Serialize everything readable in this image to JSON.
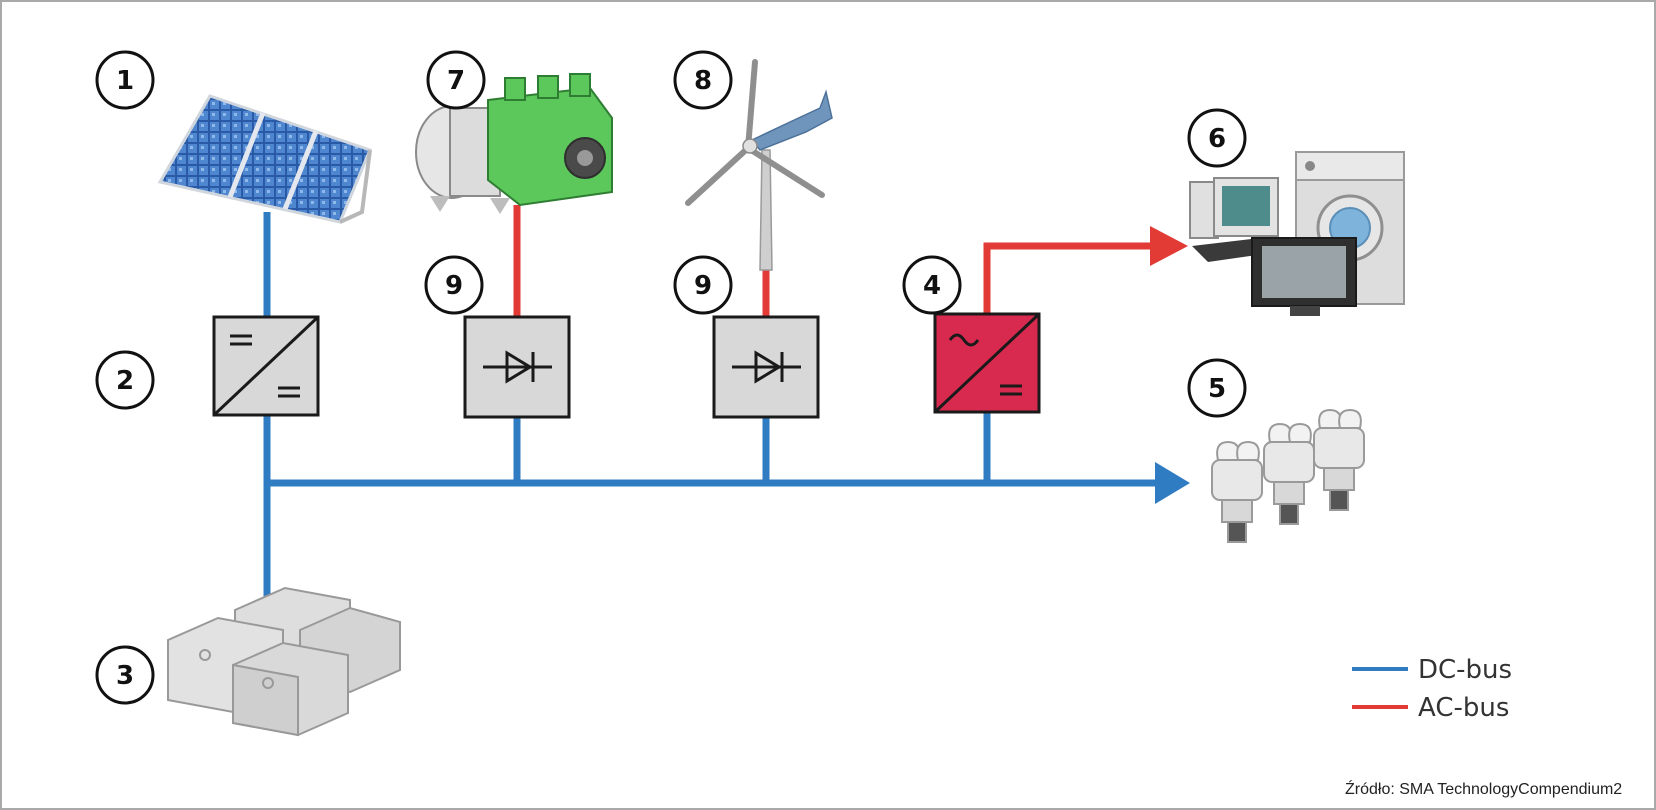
{
  "colors": {
    "dc_bus": "#2f7cc3",
    "ac_bus": "#e23a35",
    "inverter": "#d82a4e",
    "converter": "#d8d8d8",
    "frame": "#a9a9a9"
  },
  "markers": [
    "1",
    "2",
    "3",
    "4",
    "5",
    "6",
    "7",
    "8",
    "9",
    "9"
  ],
  "components": {
    "pv": "solar-panel-icon",
    "dc_dc": "dc-dc-converter-icon",
    "battery": "battery-bank-icon",
    "inverter": "inverter-icon",
    "dc_loads": "light-bulbs-icon",
    "ac_loads": "appliances-icon",
    "genset": "diesel-generator-icon",
    "wind": "wind-turbine-icon",
    "rectifier": "rectifier-icon",
    "converter_symbols": {
      "dc": "=",
      "ac": "~"
    }
  },
  "legend": {
    "dc": "DC-bus",
    "ac": "AC-bus"
  },
  "source": "Źródło: SMA TechnologyCompendium2"
}
